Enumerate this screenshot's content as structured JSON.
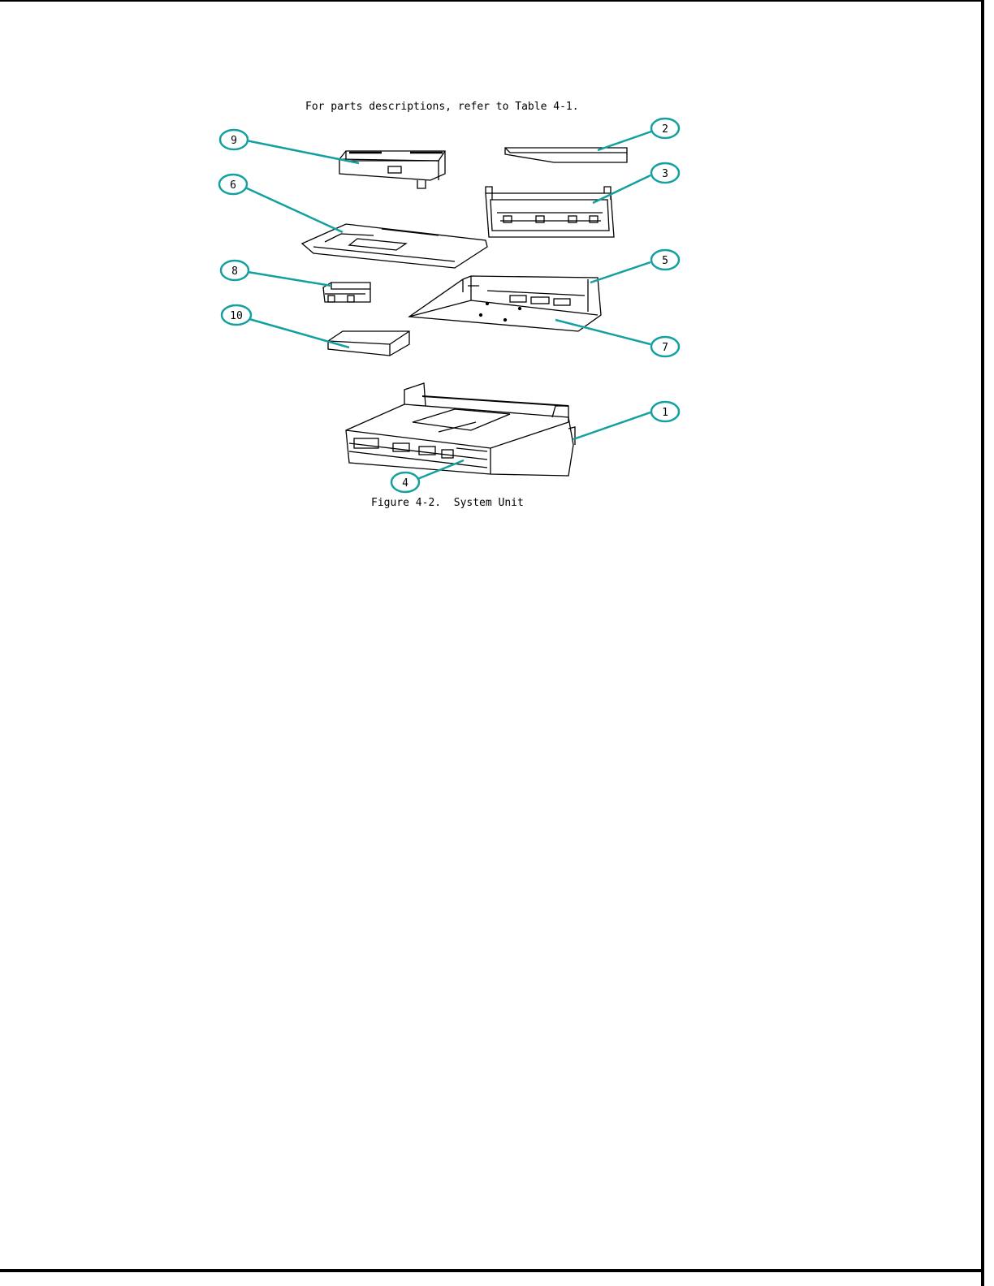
{
  "header": {
    "instruction": "For parts descriptions, refer to Table 4-1."
  },
  "figure": {
    "caption": "Figure 4-2.  System Unit",
    "callouts": [
      "1",
      "2",
      "3",
      "4",
      "5",
      "6",
      "7",
      "8",
      "9",
      "10"
    ]
  },
  "colors": {
    "callout": "#14a0a0",
    "line": "#000000"
  }
}
